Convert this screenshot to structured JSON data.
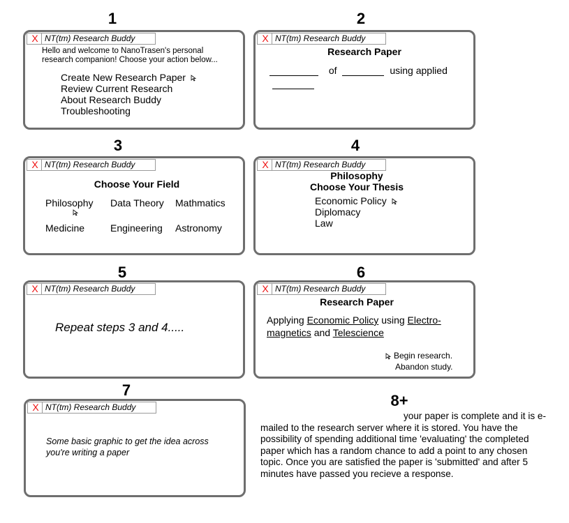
{
  "panels": {
    "p1": {
      "number": "1",
      "title": "NT(tm) Research Buddy",
      "close": "X",
      "intro_line1": "Hello and welcome to NanoTrasen's personal",
      "intro_line2": "research companion! Choose your action below...",
      "menu": [
        "Create New Research Paper",
        "Review Current Research",
        "About Research Buddy",
        "Troubleshooting"
      ]
    },
    "p2": {
      "number": "2",
      "title": "NT(tm) Research Buddy",
      "close": "X",
      "heading": "Research Paper",
      "of_text": "of",
      "using_text": "using applied"
    },
    "p3": {
      "number": "3",
      "title": "NT(tm) Research Buddy",
      "close": "X",
      "heading": "Choose Your Field",
      "fields": [
        "Philosophy",
        "Data Theory",
        "Mathmatics",
        "Medicine",
        "Engineering",
        "Astronomy"
      ]
    },
    "p4": {
      "number": "4",
      "title": "NT(tm) Research Buddy",
      "close": "X",
      "heading1": "Philosophy",
      "heading2": "Choose Your Thesis",
      "theses": [
        "Economic Policy",
        "Diplomacy",
        "Law"
      ]
    },
    "p5": {
      "number": "5",
      "title": "NT(tm) Research Buddy",
      "close": "X",
      "text": "Repeat steps 3 and 4....."
    },
    "p6": {
      "number": "6",
      "title": "NT(tm) Research Buddy",
      "close": "X",
      "heading": "Research Paper",
      "applying": "Applying",
      "topic": "Economic Policy",
      "using": "using",
      "method1a": "Electro-",
      "method1b": "magnetics",
      "and": "and",
      "method2": "Telescience",
      "begin": "Begin research.",
      "abandon": "Abandon study."
    },
    "p7": {
      "number": "7",
      "title": "NT(tm) Research Buddy",
      "close": "X",
      "line1": "Some basic graphic to get the idea across",
      "line2": "you're writing a paper"
    },
    "p8": {
      "number": "8+",
      "line1": "your paper is complete and it is e-",
      "line2": "mailed to the research server where it is stored. You have the",
      "line3": "possibility of spending additional time 'evaluating' the completed",
      "line4": "paper which has a random chance to add a point to any chosen",
      "line5": "topic. Once you are satisfied the paper is 'submitted' and after 5",
      "line6": "minutes have passed you recieve a response."
    }
  },
  "icons": {
    "cursor": "mouse-pointer-icon",
    "close": "close-icon"
  },
  "colors": {
    "close": "#ee1111",
    "border": "#6e6e6e"
  }
}
